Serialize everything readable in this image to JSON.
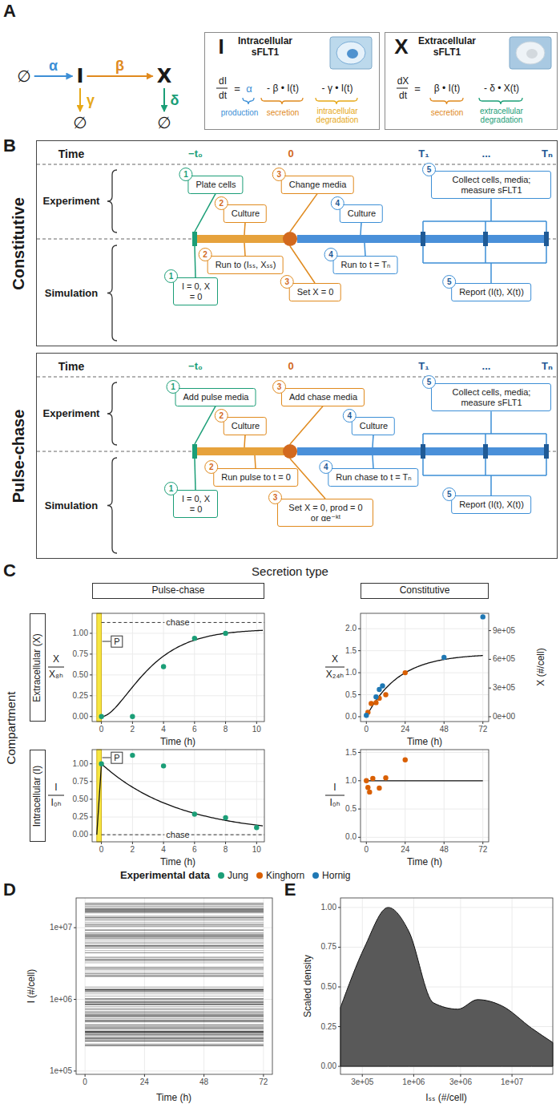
{
  "diagram": {
    "nodes": [
      {
        "text": [
          "∅"
        ]
      },
      {
        "text": [
          "I"
        ]
      },
      {
        "text": [
          "X"
        ]
      },
      {
        "text": [
          "∅"
        ]
      },
      {
        "text": [
          "∅"
        ]
      },
      {
        "text": [
          "I",
          "Intracellular sFLT1",
          "dI",
          "dt",
          "=",
          "α",
          "- β • I(t)",
          "- γ • I(t)",
          "production",
          "secretion",
          "intracellular degradation"
        ]
      },
      {
        "text": [
          "X",
          "Extracellular sFLT1",
          "dX",
          "dt",
          "=",
          "β • I(t)",
          "- δ • X(t)",
          "secretion",
          "extracellular degradation"
        ]
      },
      {
        "text": [
          "Constitutive",
          "Time",
          "−t₀",
          "0",
          "T₁",
          "...",
          "Tₙ",
          "Experiment",
          "Simulation"
        ]
      },
      {
        "text": [
          "1",
          "Plate cells"
        ],
        "in": 7
      },
      {
        "text": [
          "2",
          "Culture"
        ],
        "in": 7
      },
      {
        "text": [
          "3",
          "Change media"
        ],
        "in": 7
      },
      {
        "text": [
          "4",
          "Culture"
        ],
        "in": 7
      },
      {
        "text": [
          "5",
          "Collect cells, media; measure sFLT1"
        ],
        "in": 7
      },
      {
        "text": [
          "1",
          "I = 0, X = 0"
        ],
        "in": 7
      },
      {
        "text": [
          "2",
          "Run to (Iₛₛ, Xₛₛ)"
        ],
        "in": 7
      },
      {
        "text": [
          "3",
          "Set X = 0"
        ],
        "in": 7
      },
      {
        "text": [
          "4",
          "Run to t = Tₙ"
        ],
        "in": 7
      },
      {
        "text": [
          "5",
          "Report (I(t), X(t))"
        ],
        "in": 7
      },
      {
        "text": [
          "Pulse-chase",
          "Time",
          "−t₀",
          "0",
          "T₁",
          "...",
          "Tₙ",
          "Experiment",
          "Simulation"
        ]
      },
      {
        "text": [
          "1",
          "Add pulse media"
        ],
        "in": 18
      },
      {
        "text": [
          "2",
          "Culture"
        ],
        "in": 18
      },
      {
        "text": [
          "3",
          "Add chase media"
        ],
        "in": 18
      },
      {
        "text": [
          "4",
          "Culture"
        ],
        "in": 18
      },
      {
        "text": [
          "5",
          "Collect cells, media; measure sFLT1"
        ],
        "in": 18
      },
      {
        "text": [
          "1",
          "I = 0, X = 0"
        ],
        "in": 18
      },
      {
        "text": [
          "2",
          "Run pulse to t = 0"
        ],
        "in": 18
      },
      {
        "text": [
          "3",
          "Set X = 0, prod = 0 or αe⁻ᵏᵗ"
        ],
        "in": 18
      },
      {
        "text": [
          "4",
          "Run chase to t = Tₙ"
        ],
        "in": 18
      },
      {
        "text": [
          "5",
          "Report (I(t), X(t))"
        ],
        "in": 18
      },
      {
        "text": [
          "Pulse-chase"
        ]
      },
      {
        "text": [
          "Constitutive"
        ]
      },
      {
        "text": [
          "Extracellular (X)"
        ]
      },
      {
        "text": [
          "Intracellular (I)"
        ]
      }
    ],
    "edges": [
      {
        "from": 0,
        "to": 1,
        "label": "α",
        "arrow": "to"
      },
      {
        "from": 1,
        "to": 2,
        "label": "β",
        "arrow": "to"
      },
      {
        "from": 1,
        "to": 3,
        "label": "γ",
        "arrow": "to"
      },
      {
        "from": 2,
        "to": 4,
        "label": "δ",
        "arrow": "to"
      }
    ],
    "labels": [
      "A",
      "B",
      "C",
      "D",
      "E",
      "Secretion type",
      "Compartment",
      "X",
      "X₈ₕ",
      "0.00",
      "0.25",
      "0.50",
      "0.75",
      "1.00",
      "0",
      "2",
      "4",
      "6",
      "8",
      "10",
      "Time (h)",
      "P",
      "chase",
      "X",
      "X₂₄ₕ",
      "0.0",
      "0.5",
      "1.0",
      "1.5",
      "2.0",
      "0",
      "24",
      "48",
      "72",
      "Time (h)",
      "0e+00",
      "3e+05",
      "6e+05",
      "9e+05",
      "X (#/cell)",
      "I",
      "I₀ₕ",
      "0.00",
      "0.25",
      "0.50",
      "0.75",
      "1.00",
      "0",
      "2",
      "4",
      "6",
      "8",
      "10",
      "Time (h)",
      "P",
      "chase",
      "I",
      "I₀ₕ",
      "0.0",
      "0.5",
      "1.0",
      "1.5",
      "0",
      "24",
      "48",
      "72",
      "Time (h)",
      "Experimental data",
      "1e+05",
      "1e+06",
      "1e+07",
      "I (#/cell)",
      "0",
      "24",
      "48",
      "72",
      "Time (h)",
      "0.00",
      "0.25",
      "0.50",
      "0.75",
      "1.00",
      "3e+05",
      "1e+06",
      "3e+06",
      "1e+07",
      "Iₛₛ (#/cell)",
      "Scaled density"
    ],
    "legend": [
      {
        "text": "Jung",
        "color": "#1b9e77"
      },
      {
        "text": "Kinghorn",
        "color": "#d95f02"
      },
      {
        "text": "Hornig",
        "color": "#1f78b4"
      }
    ]
  }
}
